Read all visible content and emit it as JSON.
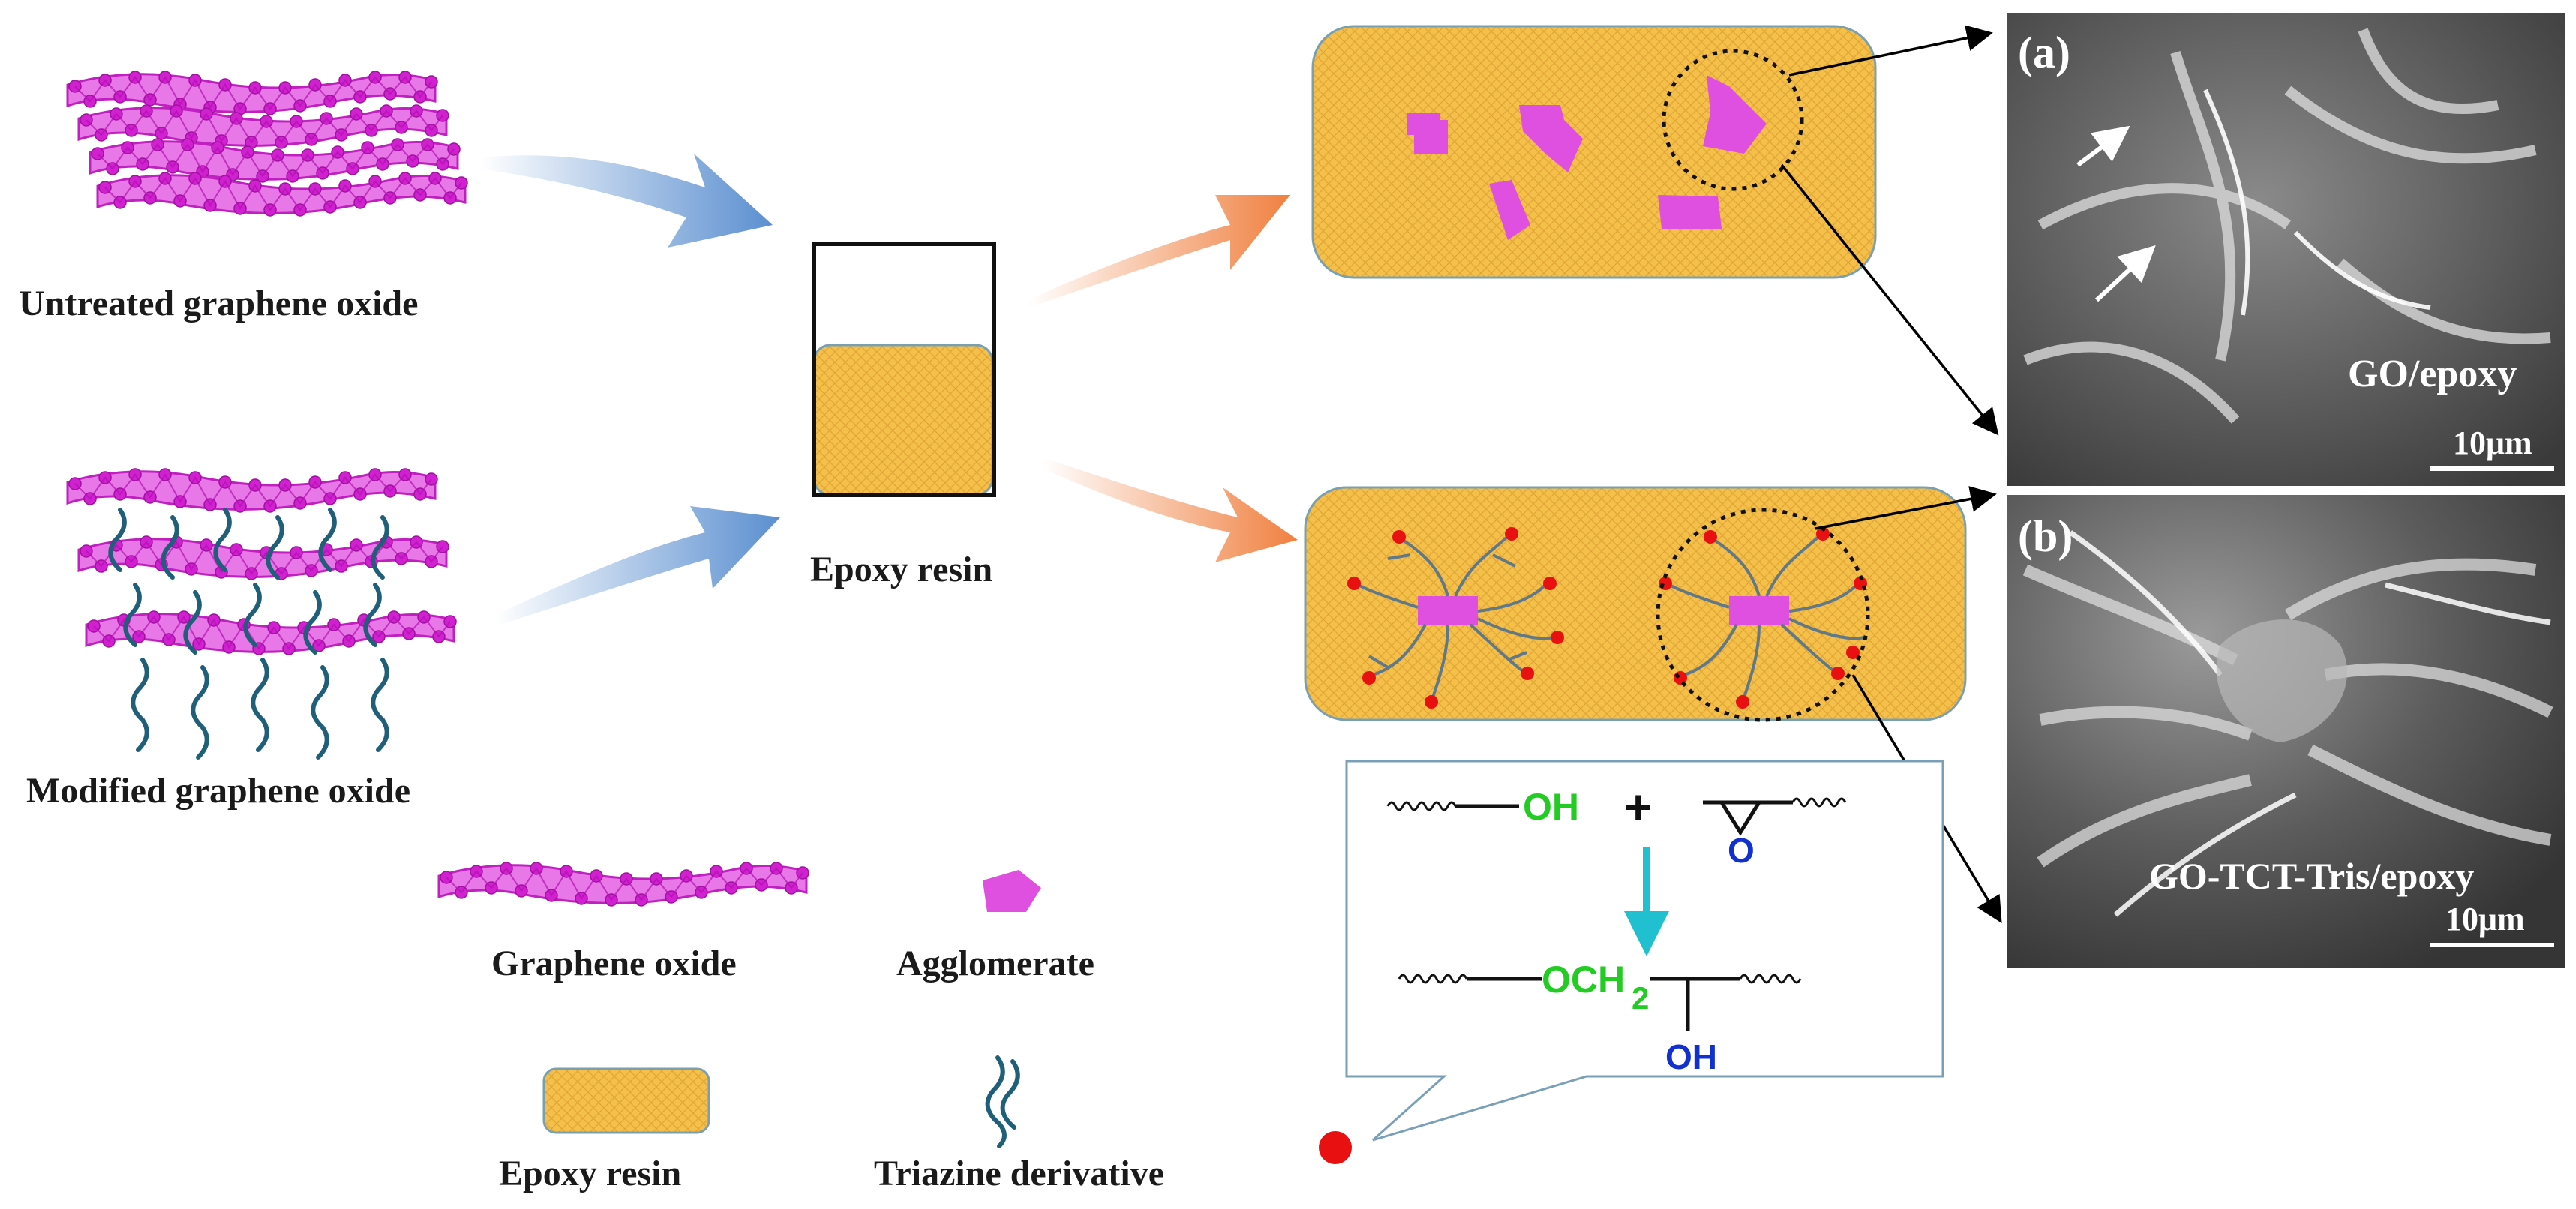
{
  "labels": {
    "untreated_go": "Untreated graphene oxide",
    "modified_go": "Modified graphene oxide",
    "epoxy_resin_beaker": "Epoxy resin"
  },
  "legend": {
    "graphene_oxide": "Graphene oxide",
    "agglomerate": "Agglomerate",
    "epoxy_resin": "Epoxy resin",
    "triazine_derivative": "Triazine derivative"
  },
  "reaction": {
    "oh": "OH",
    "plus": "+",
    "epoxide_o": "O",
    "och": "OCH",
    "subscript_2": "2",
    "product_oh": "OH"
  },
  "micrographs": {
    "a": {
      "panel_label": "(a)",
      "caption": "GO/epoxy",
      "scale": "10μm"
    },
    "b": {
      "panel_label": "(b)",
      "caption": "GO-TCT-Tris/epoxy",
      "scale": "10μm"
    }
  },
  "colors": {
    "graphene": "#e040e0",
    "epoxy_fill": "#f5c04a",
    "triazine": "#1f5f7a",
    "active_site": "#e81010",
    "blue_arrow": "#5b8fd0",
    "orange_arrow": "#f08040",
    "green_text": "#22cc22",
    "blue_text": "#1030d0",
    "cyan_arrow": "#20c0d0"
  }
}
